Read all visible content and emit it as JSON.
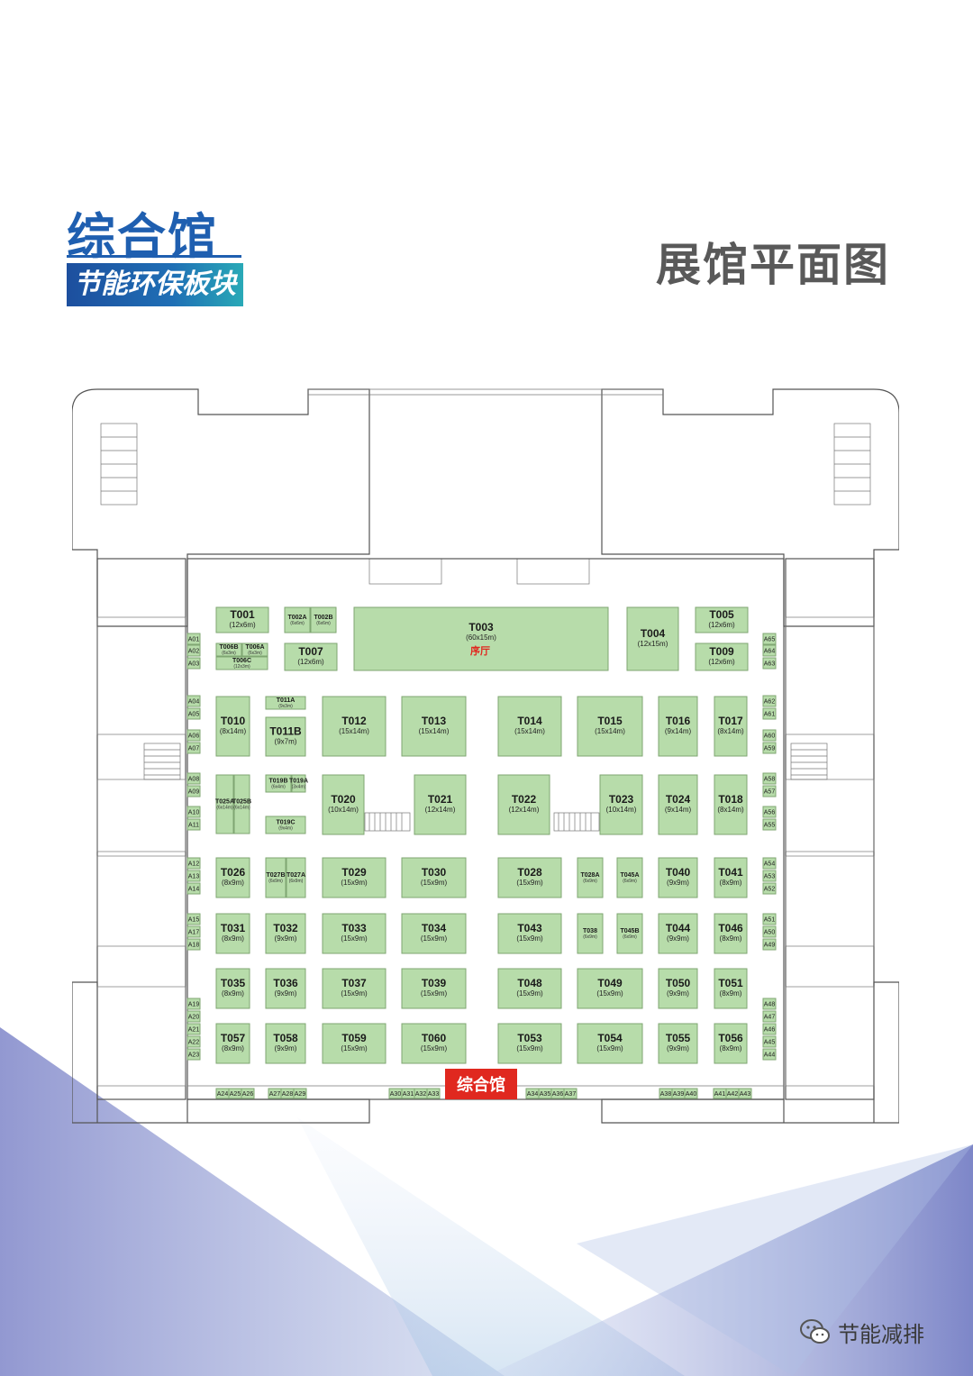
{
  "header": {
    "hall_title": "综合馆",
    "sector": "节能环保板块",
    "page_heading": "展馆平面图"
  },
  "map": {
    "hall_label": "综合馆",
    "lobby_label": "序厅",
    "booths": [
      {
        "id": "T001",
        "size": "(12x6m)"
      },
      {
        "id": "T002A",
        "size": "(6x6m)"
      },
      {
        "id": "T002B",
        "size": "(6x6m)"
      },
      {
        "id": "T003",
        "size": "(60x15m)"
      },
      {
        "id": "T004",
        "size": "(12x15m)"
      },
      {
        "id": "T005",
        "size": "(12x6m)"
      },
      {
        "id": "T006B",
        "size": "(6x3m)"
      },
      {
        "id": "T006A",
        "size": "(6x3m)"
      },
      {
        "id": "T006C",
        "size": "(12x3m)"
      },
      {
        "id": "T007",
        "size": "(12x6m)"
      },
      {
        "id": "T009",
        "size": "(12x6m)"
      },
      {
        "id": "T010",
        "size": "(8x14m)"
      },
      {
        "id": "T011A",
        "size": "(9x3m)"
      },
      {
        "id": "T011B",
        "size": "(9x7m)"
      },
      {
        "id": "T012",
        "size": "(15x14m)"
      },
      {
        "id": "T013",
        "size": "(15x14m)"
      },
      {
        "id": "T014",
        "size": "(15x14m)"
      },
      {
        "id": "T015",
        "size": "(15x14m)"
      },
      {
        "id": "T016",
        "size": "(9x14m)"
      },
      {
        "id": "T017",
        "size": "(8x14m)"
      },
      {
        "id": "T019B",
        "size": "(6x4m)"
      },
      {
        "id": "T019A",
        "size": "(3x4m)"
      },
      {
        "id": "T019C",
        "size": "(9x4m)"
      },
      {
        "id": "T025A",
        "size": "(6x14m)"
      },
      {
        "id": "T025B",
        "size": "(6x14m)"
      },
      {
        "id": "T020",
        "size": "(10x14m)"
      },
      {
        "id": "T021",
        "size": "(12x14m)"
      },
      {
        "id": "T022",
        "size": "(12x14m)"
      },
      {
        "id": "T023",
        "size": "(10x14m)"
      },
      {
        "id": "T024",
        "size": "(9x14m)"
      },
      {
        "id": "T018",
        "size": "(8x14m)"
      },
      {
        "id": "T026",
        "size": "(8x9m)"
      },
      {
        "id": "T027B",
        "size": "(6x9m)"
      },
      {
        "id": "T027A",
        "size": "(6x9m)"
      },
      {
        "id": "T029",
        "size": "(15x9m)"
      },
      {
        "id": "T030",
        "size": "(15x9m)"
      },
      {
        "id": "T028",
        "size": "(15x9m)"
      },
      {
        "id": "T028A",
        "size": "(6x9m)"
      },
      {
        "id": "T045A",
        "size": "(6x9m)"
      },
      {
        "id": "T040",
        "size": "(9x9m)"
      },
      {
        "id": "T041",
        "size": "(8x9m)"
      },
      {
        "id": "T031",
        "size": "(8x9m)"
      },
      {
        "id": "T032",
        "size": "(9x9m)"
      },
      {
        "id": "T033",
        "size": "(15x9m)"
      },
      {
        "id": "T034",
        "size": "(15x9m)"
      },
      {
        "id": "T043",
        "size": "(15x9m)"
      },
      {
        "id": "T038",
        "size": "(6x9m)"
      },
      {
        "id": "T045B",
        "size": "(6x9m)"
      },
      {
        "id": "T044",
        "size": "(9x9m)"
      },
      {
        "id": "T046",
        "size": "(8x9m)"
      },
      {
        "id": "T035",
        "size": "(8x9m)"
      },
      {
        "id": "T036",
        "size": "(9x9m)"
      },
      {
        "id": "T037",
        "size": "(15x9m)"
      },
      {
        "id": "T039",
        "size": "(15x9m)"
      },
      {
        "id": "T048",
        "size": "(15x9m)"
      },
      {
        "id": "T049",
        "size": "(15x9m)"
      },
      {
        "id": "T050",
        "size": "(9x9m)"
      },
      {
        "id": "T051",
        "size": "(8x9m)"
      },
      {
        "id": "T057",
        "size": "(8x9m)"
      },
      {
        "id": "T058",
        "size": "(9x9m)"
      },
      {
        "id": "T059",
        "size": "(15x9m)"
      },
      {
        "id": "T060",
        "size": "(15x9m)"
      },
      {
        "id": "T053",
        "size": "(15x9m)"
      },
      {
        "id": "T054",
        "size": "(15x9m)"
      },
      {
        "id": "T055",
        "size": "(9x9m)"
      },
      {
        "id": "T056",
        "size": "(8x9m)"
      }
    ],
    "left_stalls": [
      "A01",
      "A02",
      "A03",
      "A04",
      "A05",
      "A06",
      "A07",
      "A08",
      "A09",
      "A10",
      "A11",
      "A12",
      "A13",
      "A14",
      "A15",
      "A17",
      "A18",
      "A19",
      "A20",
      "A21",
      "A22",
      "A23"
    ],
    "right_stalls": [
      "A65",
      "A64",
      "A63",
      "A62",
      "A61",
      "A60",
      "A59",
      "A58",
      "A57",
      "A56",
      "A55",
      "A54",
      "A53",
      "A52",
      "A51",
      "A50",
      "A49",
      "A48",
      "A47",
      "A46",
      "A45",
      "A44"
    ],
    "bottom_stalls": [
      "A24",
      "A25",
      "A26",
      "A27",
      "A28",
      "A29",
      "A30",
      "A31",
      "A32",
      "A33",
      "A34",
      "A35",
      "A36",
      "A37",
      "A38",
      "A39",
      "A40",
      "A41",
      "A42",
      "A43"
    ]
  },
  "watermark": {
    "icon": "wechat-icon",
    "text": "节能减排"
  },
  "colors": {
    "title_blue": "#1f5fb0",
    "booth_green": "#b7dcaa",
    "hall_red": "#e0281f",
    "heading_gray": "#595959"
  }
}
